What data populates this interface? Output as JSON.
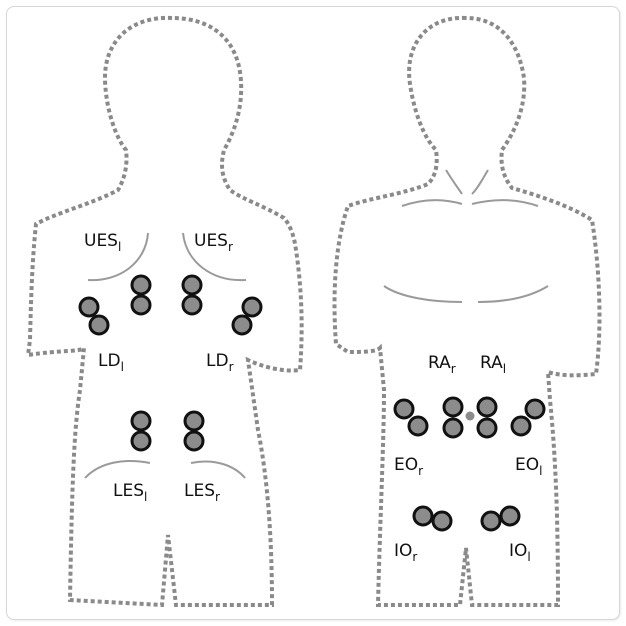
{
  "colors": {
    "outline": "#8a8a8a",
    "muscle_line": "#9a9a9a",
    "electrode_fill": "#8c8c8c",
    "electrode_stroke": "#111111",
    "reference_dot": "#8c8c8c"
  },
  "back_labels": {
    "ues_l": {
      "main": "UES",
      "sub": "l"
    },
    "ues_r": {
      "main": "UES",
      "sub": "r"
    },
    "ld_l": {
      "main": "LD",
      "sub": "l"
    },
    "ld_r": {
      "main": "LD",
      "sub": "r"
    },
    "les_l": {
      "main": "LES",
      "sub": "l"
    },
    "les_r": {
      "main": "LES",
      "sub": "r"
    }
  },
  "front_labels": {
    "ra_r": {
      "main": "RA",
      "sub": "r"
    },
    "ra_l": {
      "main": "RA",
      "sub": "l"
    },
    "eo_r": {
      "main": "EO",
      "sub": "r"
    },
    "eo_l": {
      "main": "EO",
      "sub": "l"
    },
    "io_r": {
      "main": "IO",
      "sub": "r"
    },
    "io_l": {
      "main": "IO",
      "sub": "l"
    }
  }
}
